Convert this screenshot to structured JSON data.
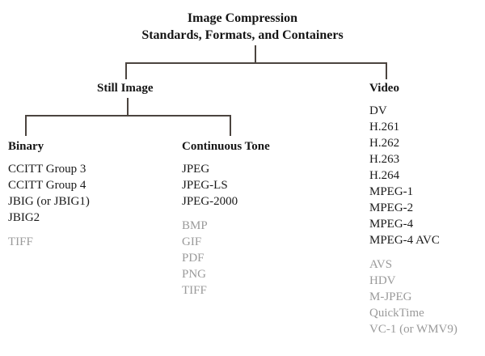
{
  "title": {
    "line1": "Image Compression",
    "line2": "Standards, Formats, and Containers"
  },
  "nodes": {
    "still_image": "Still Image",
    "video": "Video",
    "binary": "Binary",
    "continuous_tone": "Continuous Tone"
  },
  "colors": {
    "text": "#1a1a1a",
    "muted": "#9a9a9a",
    "line": "#4b443f",
    "background": "#ffffff"
  },
  "columns": {
    "binary": {
      "heading": "Binary",
      "primary": [
        "CCITT Group 3",
        "CCITT Group 4",
        "JBIG (or JBIG1)",
        "JBIG2"
      ],
      "secondary": [
        "TIFF"
      ]
    },
    "continuous_tone": {
      "heading": "Continuous Tone",
      "primary": [
        "JPEG",
        "JPEG-LS",
        "JPEG-2000"
      ],
      "secondary": [
        "BMP",
        "GIF",
        "PDF",
        "PNG",
        "TIFF"
      ]
    },
    "video": {
      "heading": "Video",
      "primary": [
        "DV",
        "H.261",
        "H.262",
        "H.263",
        "H.264",
        "MPEG-1",
        "MPEG-2",
        "MPEG-4",
        "MPEG-4 AVC"
      ],
      "secondary": [
        "AVS",
        "HDV",
        "M-JPEG",
        "QuickTime",
        "VC-1 (or WMV9)"
      ]
    }
  }
}
